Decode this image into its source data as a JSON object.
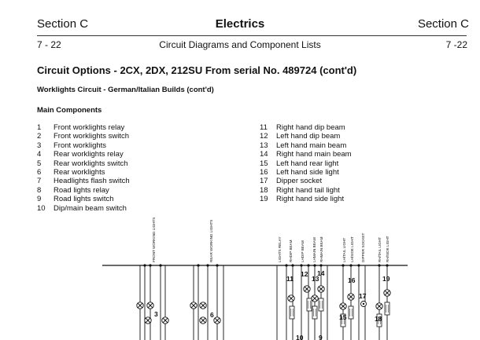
{
  "header": {
    "section_left": "Section C",
    "title": "Electrics",
    "section_right": "Section C",
    "page_left": "7 - 22",
    "subtitle": "Circuit Diagrams and Component Lists",
    "page_right": "7 -22"
  },
  "circuit_title": "Circuit Options - 2CX, 2DX, 212SU From serial No. 489724 (cont'd)",
  "circuit_subtitle": "Worklights Circuit - German/Italian Builds (cont'd)",
  "components_heading": "Main Components",
  "components_left": [
    {
      "num": "1",
      "label": "Front worklights relay"
    },
    {
      "num": "2",
      "label": "Front worklights switch"
    },
    {
      "num": "3",
      "label": "Front worklights"
    },
    {
      "num": "4",
      "label": "Rear worklights relay"
    },
    {
      "num": "5",
      "label": "Rear worklights switch"
    },
    {
      "num": "6",
      "label": "Rear worklights"
    },
    {
      "num": "7",
      "label": "Headlights flash switch"
    },
    {
      "num": "8",
      "label": "Road lights relay"
    },
    {
      "num": "9",
      "label": "Road lights switch"
    },
    {
      "num": "10",
      "label": "Dip/main beam switch"
    }
  ],
  "components_right": [
    {
      "num": "11",
      "label": "Right hand dip beam"
    },
    {
      "num": "12",
      "label": "Left hand dip beam"
    },
    {
      "num": "13",
      "label": "Left hand main beam"
    },
    {
      "num": "14",
      "label": "Right hand main beam"
    },
    {
      "num": "15",
      "label": "Left hand rear light"
    },
    {
      "num": "16",
      "label": "Left hand side light"
    },
    {
      "num": "17",
      "label": "Dipper socket"
    },
    {
      "num": "18",
      "label": "Right hand tail light"
    },
    {
      "num": "19",
      "label": "Right hand side light"
    }
  ],
  "diagram": {
    "labels": {
      "front": "FRONT WORKING LIGHTS",
      "rear": "REAR WORKING LIGHTS",
      "lights_relay": "LIGHTS RELAY",
      "rh_dip": "RHDIP BEAM",
      "lh_dip": "LHDIP BEAM",
      "lh_main": "LHMAIN BEAM",
      "rh_main": "RHMAIN BEAM",
      "lh_tail": "LH/TAIL LIGHT",
      "lh_side": "LH/SIDE LIGHT",
      "dipper": "DIPPER SOCKET",
      "rh_tail": "RH/TAIL LIGHT",
      "rh_side": "RH/SIDE LIGHT"
    },
    "callouts": {
      "c3": "3",
      "c6": "6",
      "c11": "11",
      "c12": "12",
      "c13": "13",
      "c14": "14",
      "c15": "15",
      "c16": "16",
      "c17": "17",
      "c18": "18",
      "c19": "19",
      "c10": "10",
      "c9": "9"
    }
  }
}
